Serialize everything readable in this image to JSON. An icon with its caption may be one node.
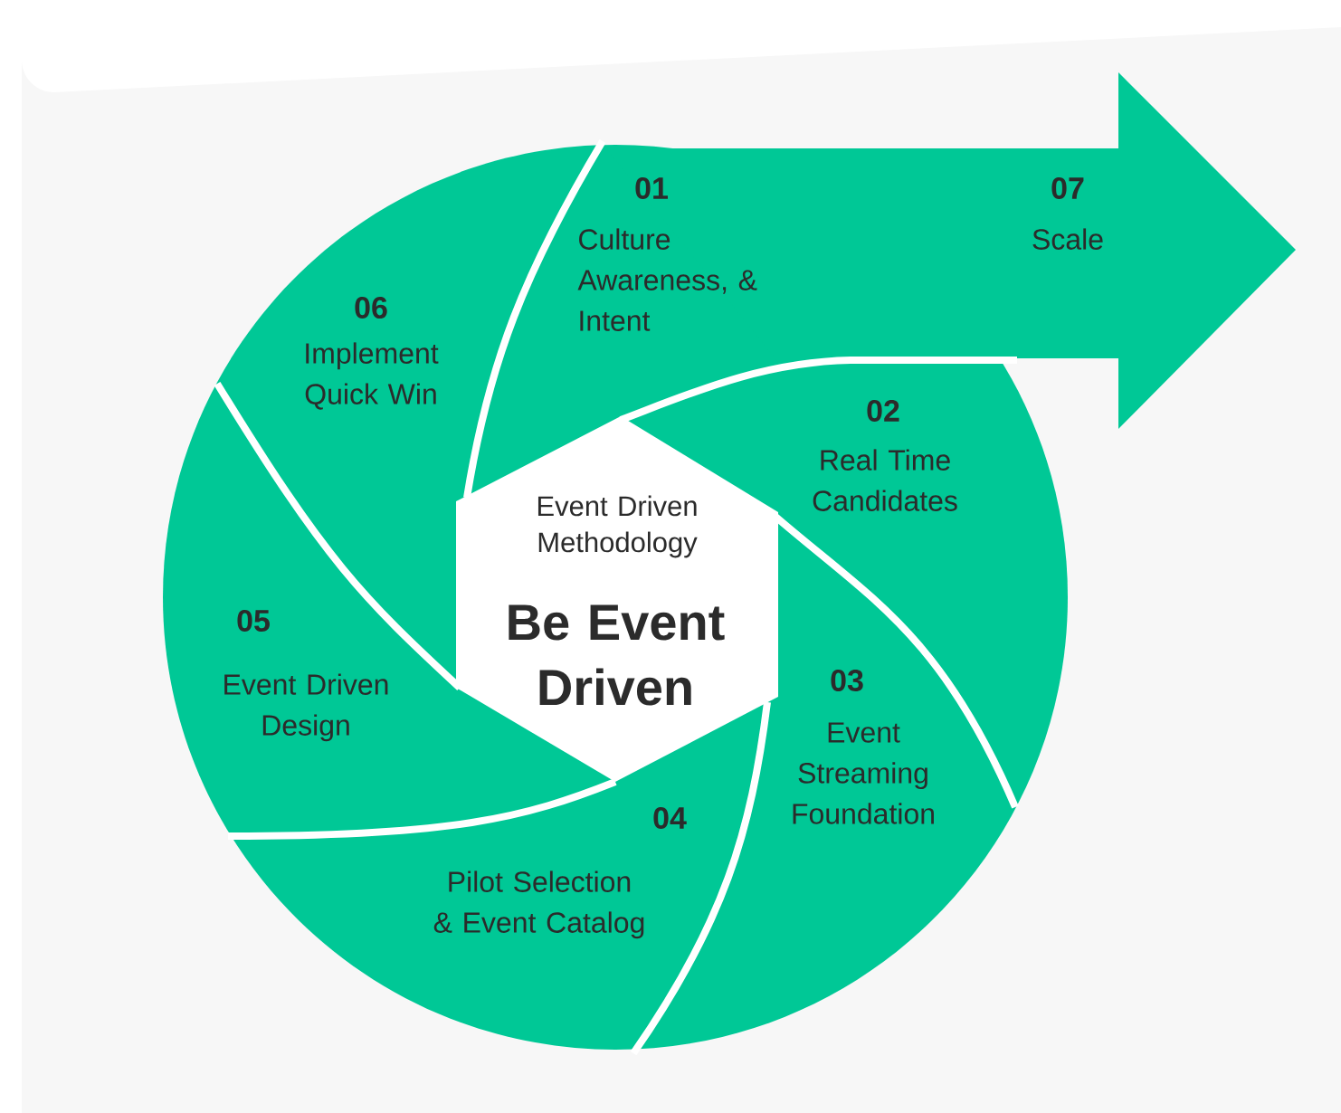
{
  "diagram": {
    "nodes": [
      {
        "text": [
          "Event Driven Methodology",
          "Be Event Driven"
        ]
      },
      {
        "text": [
          "01",
          "Culture Awareness, & Intent"
        ]
      },
      {
        "text": [
          "02",
          "Real Time Candidates"
        ]
      },
      {
        "text": [
          "03",
          "Event Streaming Foundation"
        ]
      },
      {
        "text": [
          "04",
          "Pilot Selection & Event Catalog"
        ]
      },
      {
        "text": [
          "05",
          "Event Driven Design"
        ]
      },
      {
        "text": [
          "06",
          "Implement Quick Win"
        ]
      },
      {
        "text": [
          "07",
          "Scale"
        ]
      }
    ]
  }
}
